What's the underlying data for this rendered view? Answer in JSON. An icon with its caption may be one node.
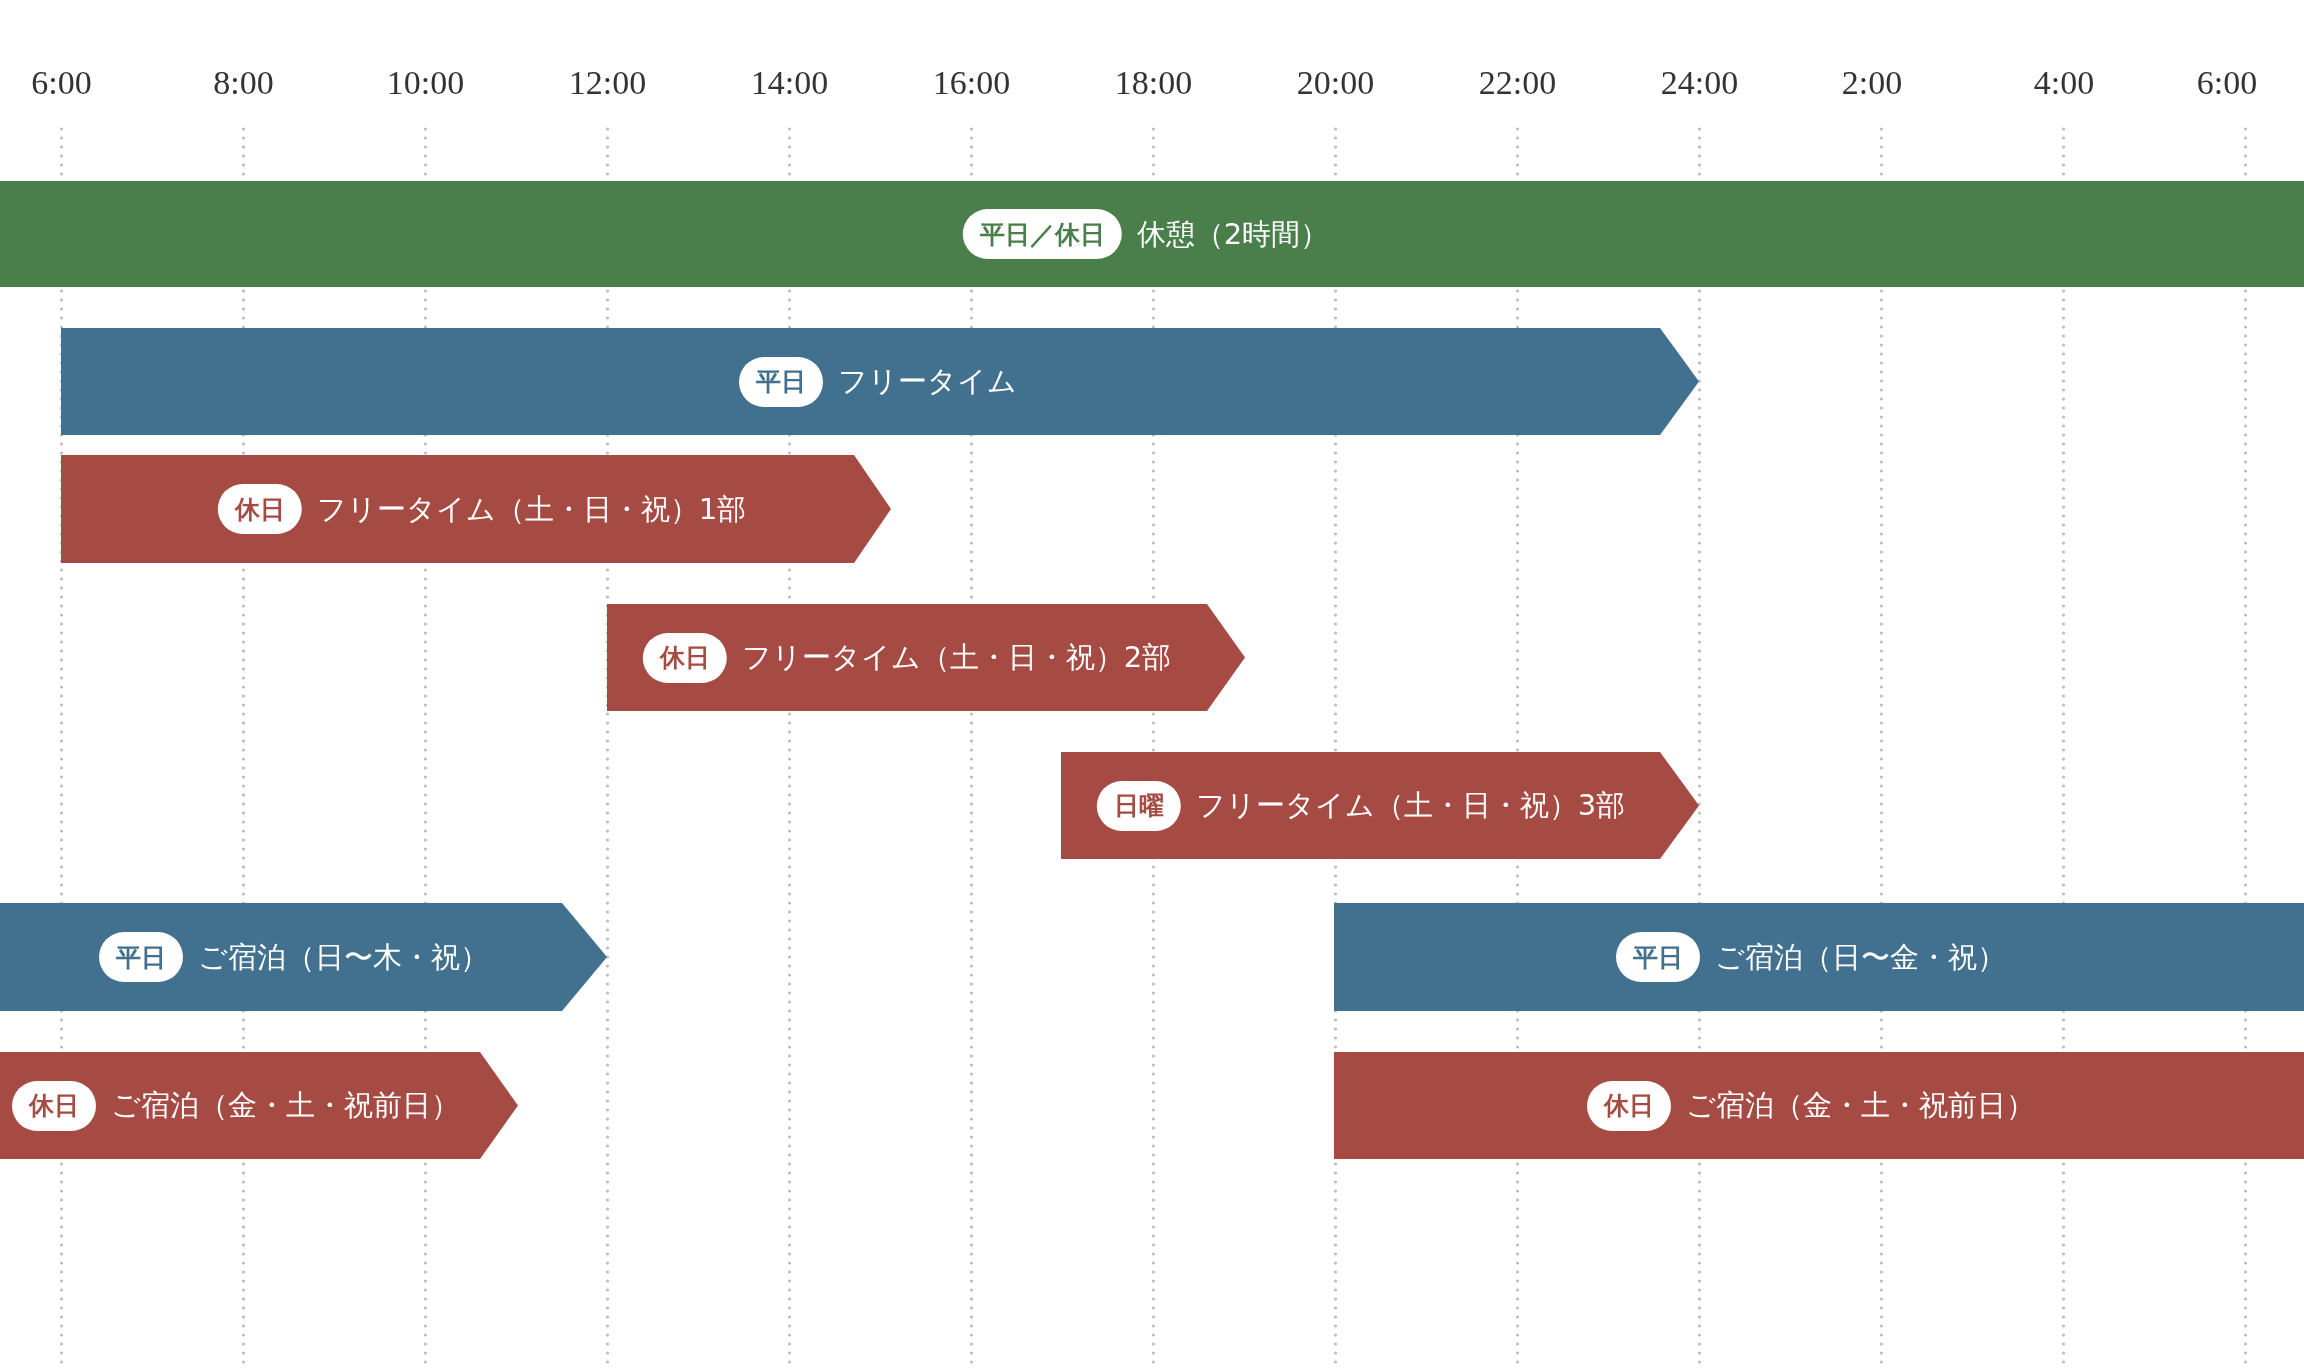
{
  "diagram": {
    "nodes": [
      {
        "text": [
          "休憩（2時間）"
        ]
      },
      {
        "text": [
          "平日／休日"
        ],
        "in": 0
      },
      {
        "text": [
          "フリータイム"
        ]
      },
      {
        "text": [
          "平日"
        ],
        "in": 2
      },
      {
        "text": [
          "フリータイム（土・日・祝）1部"
        ]
      },
      {
        "text": [
          "休日"
        ],
        "in": 4
      },
      {
        "text": [
          "フリータイム（土・日・祝）2部"
        ]
      },
      {
        "text": [
          "休日"
        ],
        "in": 6
      },
      {
        "text": [
          "フリータイム（土・日・祝）3部"
        ]
      },
      {
        "text": [
          "日曜"
        ],
        "in": 8
      },
      {
        "text": [
          "ご宿泊（日〜木・祝）"
        ]
      },
      {
        "text": [
          "平日"
        ],
        "in": 10
      },
      {
        "text": [
          "ご宿泊（日〜金・祝）"
        ]
      },
      {
        "text": [
          "平日"
        ],
        "in": 12
      },
      {
        "text": [
          "ご宿泊（金・土・祝前日）"
        ]
      },
      {
        "text": [
          "休日"
        ],
        "in": 14
      },
      {
        "text": [
          "ご宿泊（金・土・祝前日）"
        ]
      },
      {
        "text": [
          "休日"
        ],
        "in": 16
      }
    ],
    "labels": [
      "6:00",
      "8:00",
      "10:00",
      "12:00",
      "14:00",
      "16:00",
      "18:00",
      "20:00",
      "22:00",
      "24:00",
      "2:00",
      "4:00",
      "6:00"
    ]
  }
}
